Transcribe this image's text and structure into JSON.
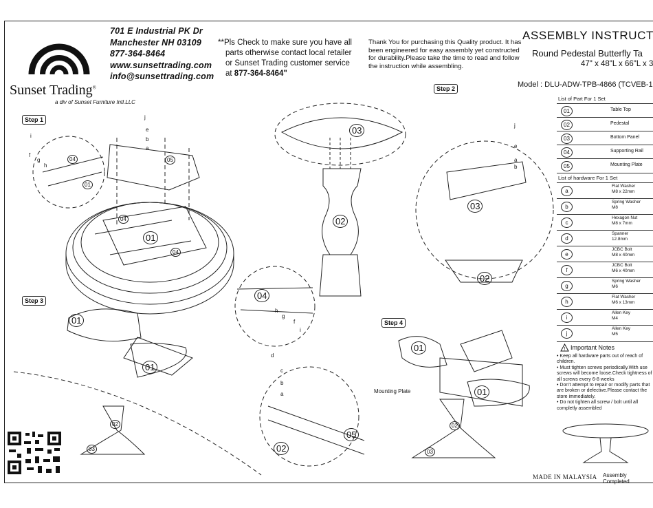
{
  "company": {
    "address_line1": "701 E Industrial PK Dr",
    "address_line2": "Manchester NH 03109",
    "phone": "877-364-8464",
    "website": "www.sunsettrading.com",
    "email": "info@sunsettrading.com",
    "brand": "Sunset Trading",
    "tagline": "a div of Sunset Furniture Intl.LLC"
  },
  "check_note": {
    "line1": "**Pls Check to make sure you have all",
    "line2": "parts otherwise contact local retailer",
    "line3": "or Sunset Trading customer service",
    "line4_prefix": "at",
    "line4_phone": "877-364-8464\""
  },
  "thanks_note": {
    "line1": "Thank You for purchasing this Quality product. It has",
    "line2": "been engineered for easy assembly yet constructed",
    "line3": "for durability.Please take the time to read and follow",
    "line4": "the instruction while assembling."
  },
  "header": {
    "title": "ASSEMBLY INSTRUCTIC",
    "subtitle": "Round Pedestal Butterfly Ta",
    "size": "47\" x 48\"L x 66\"L x 3",
    "model": "Model : DLU-ADW-TPB-4866 (TCVEB-1"
  },
  "steps": {
    "s1": "Step 1",
    "s2": "Step 2",
    "s3": "Step 3",
    "s4": "Step 4"
  },
  "callouts": {
    "mounting_plate": "Mounting Plate"
  },
  "parts_header": "List of Part For 1 Set",
  "parts": [
    {
      "no": "01",
      "name": "Table Top"
    },
    {
      "no": "02",
      "name": "Pedestal"
    },
    {
      "no": "03",
      "name": "Bottom Panel"
    },
    {
      "no": "04",
      "name": "Supporting Rail"
    },
    {
      "no": "05",
      "name": "Mounting Plate"
    }
  ],
  "hardware_header": "List of hardware For 1 Set",
  "hardware": [
    {
      "no": "a",
      "name": "Flat Washer",
      "spec": "M8 x 22mm"
    },
    {
      "no": "b",
      "name": "Spring Washer",
      "spec": "M8"
    },
    {
      "no": "c",
      "name": "Hexagon Nut",
      "spec": "M8 x 7mm"
    },
    {
      "no": "d",
      "name": "Spanner",
      "spec": "12.8mm"
    },
    {
      "no": "e",
      "name": "JCBC Bolt",
      "spec": "M8 x 40mm"
    },
    {
      "no": "f",
      "name": "JCBC Bolt",
      "spec": "M6 x 40mm"
    },
    {
      "no": "g",
      "name": "Spring Washer",
      "spec": "M6"
    },
    {
      "no": "h",
      "name": "Flat Washer",
      "spec": "M6 x 13mm"
    },
    {
      "no": "i",
      "name": "Allen Key",
      "spec": "M4"
    },
    {
      "no": "j",
      "name": "Allen Key",
      "spec": "M5"
    }
  ],
  "notes": {
    "title": "Important Notes",
    "items": [
      "Keep all hardware parts out of reach of children.",
      "Must tighten screws periodically.With use screws will become loose.Check tightness of all screws every 6-8 weeks",
      "Don't attempt to repair or modify parts that are broken or defective.Please contact the store immediately.",
      "Do not tighten all screw / bolt until all completly assembled"
    ]
  },
  "footer": {
    "made_in": "MADE IN MALAYSIA",
    "completed": "Assembly Completed"
  },
  "labels": {
    "p01": "01",
    "p02": "02",
    "p03": "03",
    "p04": "04",
    "p05": "05",
    "a": "a",
    "b": "b",
    "c": "c",
    "d": "d",
    "e": "e",
    "f": "f",
    "g": "g",
    "h": "h",
    "i": "i",
    "j": "j"
  }
}
